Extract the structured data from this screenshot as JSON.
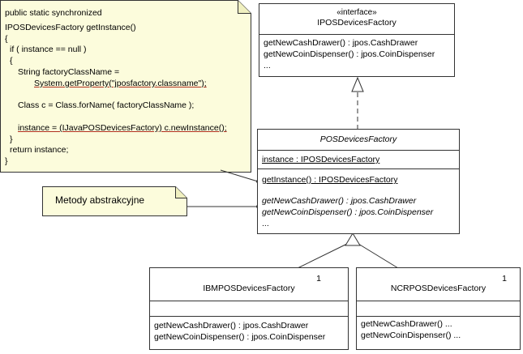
{
  "code_note": {
    "lines": [
      "public static synchronized",
      "IPOSDevicesFactory   getInstance()",
      "{",
      "if ( instance == null )",
      "{",
      "String factoryClassName =",
      "System.getProperty(\"jposfactory.classname\");",
      "Class c = Class.forName( factoryClassName );",
      "instance = (IJavaPOSDevicesFactory) c.newInstance();",
      "}",
      "return instance;",
      "}"
    ]
  },
  "abstract_note": {
    "label": "Metody abstrakcyjne"
  },
  "interface_class": {
    "stereotype": "«interface»",
    "name": "IPOSDevicesFactory",
    "operations": [
      "getNewCashDrawer() : jpos.CashDrawer",
      "getNewCoinDispenser() : jpos.CoinDispenser",
      "..."
    ]
  },
  "abstract_class": {
    "name": "POSDevicesFactory",
    "attribute": "instance : IPOSDevicesFactory",
    "static_operation": "getInstance() :  IPOSDevicesFactory",
    "abstract_operations": [
      "getNewCashDrawer() : jpos.CashDrawer",
      "getNewCoinDispenser() : jpos.CoinDispenser",
      "..."
    ]
  },
  "ibm_class": {
    "name": "IBMPOSDevicesFactory",
    "multiplicity": "1",
    "operations": [
      "getNewCashDrawer() : jpos.CashDrawer",
      "getNewCoinDispenser() : jpos.CoinDispenser"
    ]
  },
  "ncr_class": {
    "name": "NCRPOSDevicesFactory",
    "multiplicity": "1",
    "operations": [
      "getNewCashDrawer() ...",
      "getNewCoinDispenser() ..."
    ]
  },
  "colors": {
    "note_fill": "#fcfcdc",
    "code_underline": "#b03020",
    "line": "#333333"
  }
}
